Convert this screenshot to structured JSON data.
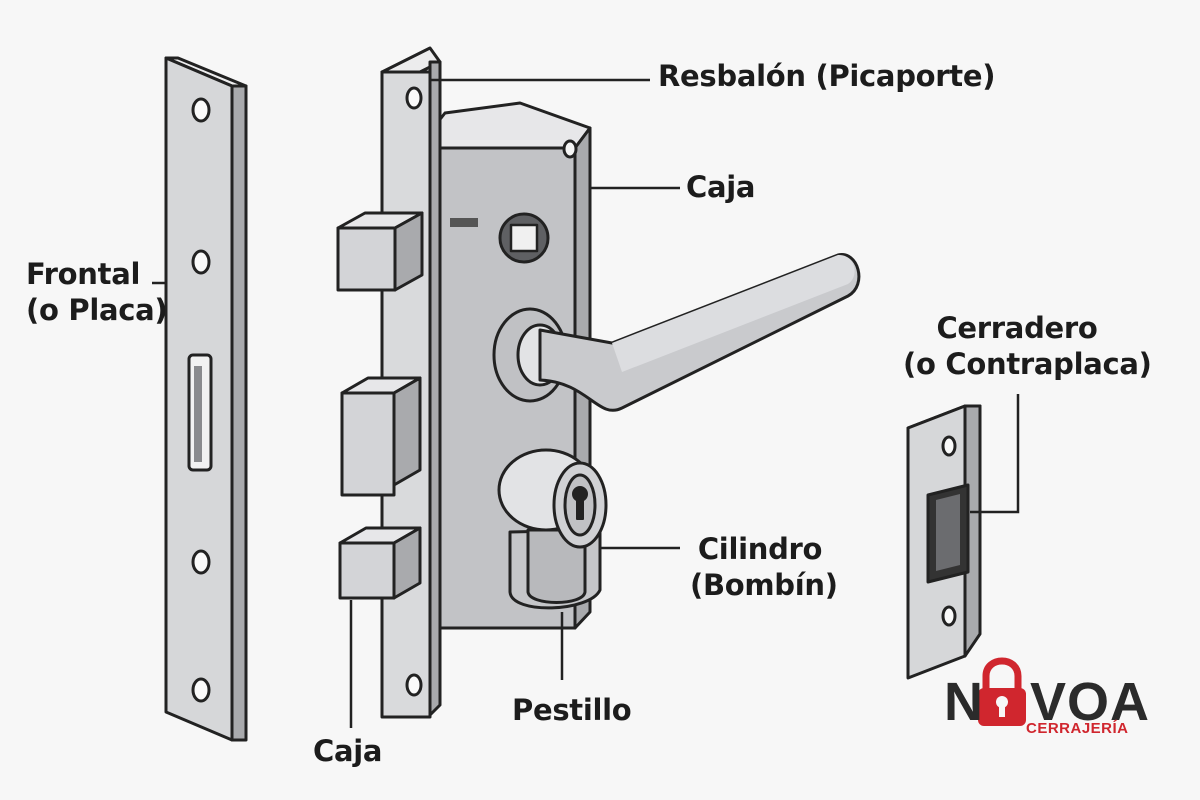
{
  "labels": {
    "resbalon": "Resbalón (Picaporte)",
    "caja_top": "Caja",
    "frontal_line1": "Frontal",
    "frontal_line2": "(o Placa)",
    "cerradero_line1": "Cerradero",
    "cerradero_line2": "(o Contraplaca)",
    "cilindro_line1": "Cilindro",
    "cilindro_line2": "(Bombín)",
    "pestillo": "Pestillo",
    "caja_bottom": "Caja"
  },
  "brand": {
    "name_part1": "N",
    "name_part2": "VOA",
    "tagline": "CERRAJERÍA",
    "padlock_icon": "padlock-icon"
  },
  "colors": {
    "background": "#f7f7f7",
    "outline": "#222222",
    "metal_light": "#d9dadc",
    "metal_mid": "#c2c3c6",
    "metal_dark": "#a9aaad",
    "brand_dark": "#2b2b2b",
    "brand_red": "#d0262e"
  }
}
